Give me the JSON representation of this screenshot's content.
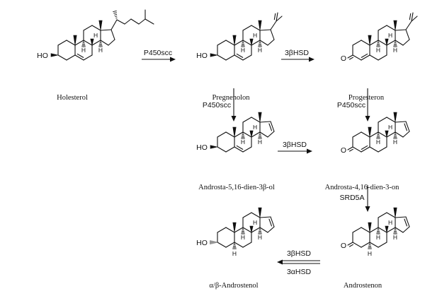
{
  "compounds": [
    {
      "id": "holesterol",
      "name": "Holesterol",
      "oxy": "HO",
      "stereo": "beta",
      "ketone": false,
      "acetyl": false,
      "sidechain": true,
      "db56": true,
      "db45": false,
      "db1617": false,
      "h5a": false
    },
    {
      "id": "pregnenolon",
      "name": "Pregnenolon",
      "oxy": "HO",
      "stereo": "beta",
      "ketone": false,
      "acetyl": true,
      "sidechain": false,
      "db56": true,
      "db45": false,
      "db1617": false,
      "h5a": false
    },
    {
      "id": "progesteron",
      "name": "Progesteron",
      "oxy": "O",
      "stereo": "none",
      "ketone": true,
      "acetyl": true,
      "sidechain": false,
      "db56": false,
      "db45": true,
      "db1617": false,
      "h5a": false
    },
    {
      "id": "androsta-dienol",
      "name": "Androsta-5,16-dien-3β-ol",
      "oxy": "HO",
      "stereo": "beta",
      "ketone": false,
      "acetyl": false,
      "sidechain": false,
      "db56": true,
      "db45": false,
      "db1617": true,
      "h5a": false
    },
    {
      "id": "androsta-dienone",
      "name": "Androsta-4,16-dien-3-on",
      "oxy": "O",
      "stereo": "none",
      "ketone": true,
      "acetyl": false,
      "sidechain": false,
      "db56": false,
      "db45": true,
      "db1617": true,
      "h5a": false
    },
    {
      "id": "androstenon",
      "name": "Androstenon",
      "oxy": "O",
      "stereo": "none",
      "ketone": true,
      "acetyl": false,
      "sidechain": false,
      "db56": false,
      "db45": false,
      "db1617": true,
      "h5a": true
    },
    {
      "id": "androstenol",
      "name": "α/β-Androstenol",
      "oxy": "HO",
      "stereo": "alphabeta",
      "ketone": false,
      "acetyl": false,
      "sidechain": false,
      "db56": false,
      "db45": false,
      "db1617": true,
      "h5a": true
    }
  ],
  "reactions": [
    {
      "id": "holesterol-to-pregnenolon",
      "enzyme": "P450scc"
    },
    {
      "id": "pregnenolon-to-progesteron",
      "enzyme": "3βHSD"
    },
    {
      "id": "pregnenolon-to-androsta-dienol",
      "enzyme": "P450scc"
    },
    {
      "id": "progesteron-to-androsta-dienone",
      "enzyme": "P450scc"
    },
    {
      "id": "androsta-dienol-to-androsta-dienone",
      "enzyme": "3βHSD"
    },
    {
      "id": "androsta-dienone-to-androstenon",
      "enzyme": "SRD5A"
    },
    {
      "id": "androstenon-to-androstenol",
      "enzyme": "3βHSD",
      "enzyme2": "3αHSD"
    }
  ],
  "atom_labels": {
    "hydrogen": "H"
  }
}
